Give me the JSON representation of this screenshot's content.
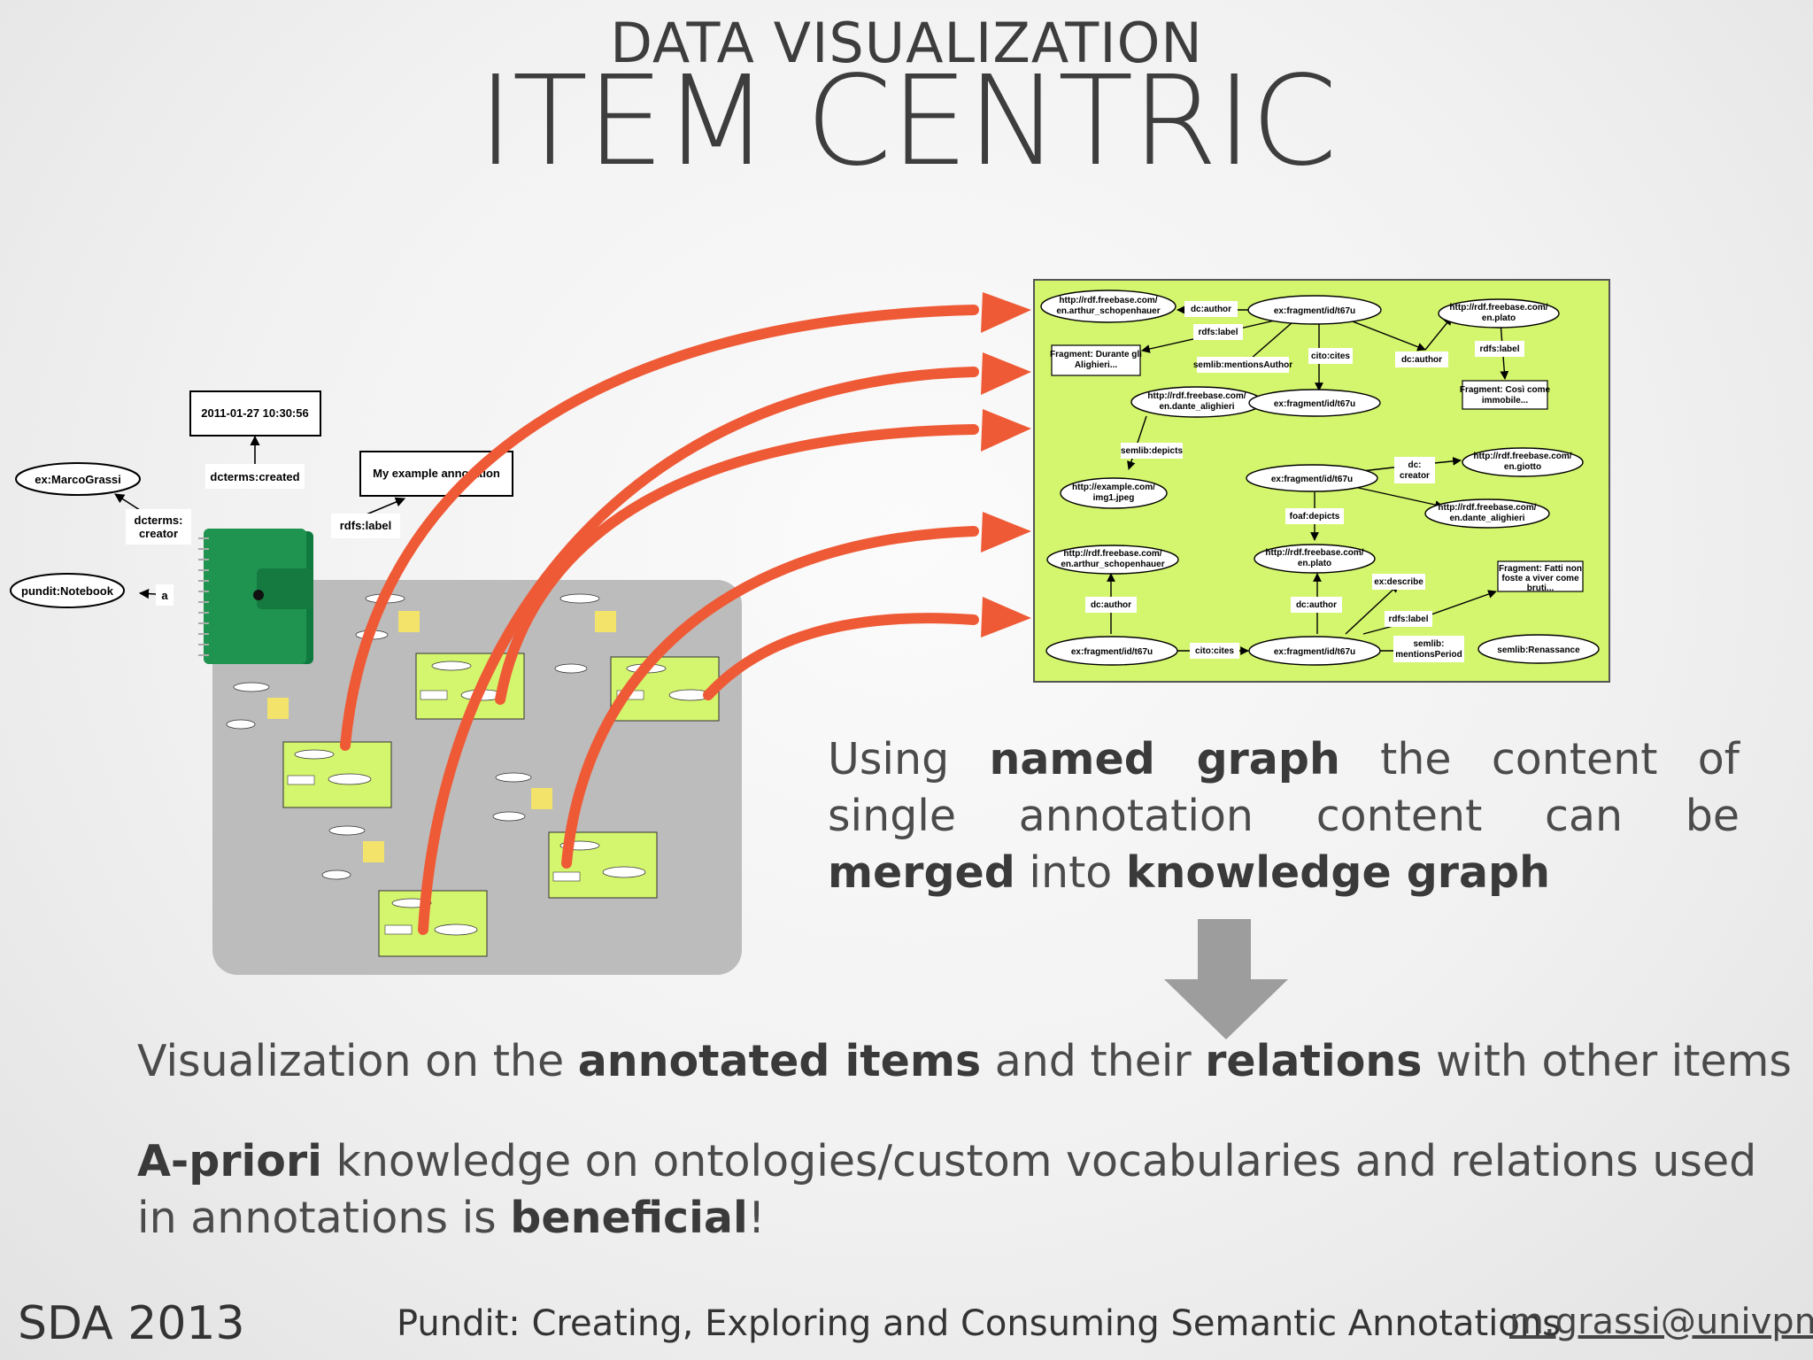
{
  "slide": {
    "sup_title": "DATA VISUALIZATION",
    "main_title": "ITEM CENTRIC"
  },
  "paragraph": {
    "p1": "Using ",
    "b1": "named graph",
    "p2": " the content of single annotation content can be ",
    "b2": "merged",
    "p3": " into ",
    "b3": "knowledge graph"
  },
  "line1": {
    "t1": "Visualization on the ",
    "b1": "annotated items",
    "t2": " and their ",
    "b2": "relations",
    "t3": " with other items"
  },
  "line2": {
    "b1": "A-priori",
    "t1": " knowledge on ontologies/custom vocabularies and relations used",
    "t2": "in annotations is ",
    "b2": "beneficial",
    "t3": "!"
  },
  "footer": {
    "left": "SDA 2013",
    "center": "Pundit: Creating, Exploring and Consuming Semantic Annotations",
    "right": "m.grassi@univpm.it"
  },
  "notebook_graph": {
    "date": "2011-01-27 10:30:56",
    "created": "dcterms:created",
    "creator_node": "ex:MarcoGrassi",
    "creator_label_1": "dcterms:",
    "creator_label_2": "creator",
    "type_node": "pundit:Notebook",
    "type_label": "a",
    "label_node": "My example annotation",
    "label_edge": "rdfs:label"
  },
  "knowledge_graph": {
    "n_schop1a": "http://rdf.freebase.com/",
    "n_schop1b": "en.arthur_schopenhauer",
    "e_dcauthor1": "dc:author",
    "n_frag1": "ex:fragment/id/t67u",
    "n_plato1a": "http://rdf.freebase.com/",
    "n_plato1b": "en.plato",
    "e_rdfslabel1": "rdfs:label",
    "n_dante_frag1": "Fragment: Durante gli",
    "n_dante_frag2": "Alighieri...",
    "e_mentions": "semlib:mentionsAuthor",
    "e_citocites1": "cito:cites",
    "e_dcauthor2": "dc:author",
    "e_rdfslabel2": "rdfs:label",
    "n_cosi1": "Fragment: Così come",
    "n_cosi2": "immobile...",
    "n_dante1a": "http://rdf.freebase.com/",
    "n_dante1b": "en.dante_alighieri",
    "n_frag2": "ex:fragment/id/t67u",
    "e_depicts": "semlib:depicts",
    "n_img1": "http://example.com/",
    "n_img2": "img1.jpeg",
    "n_frag3": "ex:fragment/id/t67u",
    "e_dccreator1": "dc:",
    "e_dccreator2": "creator",
    "n_giotto1": "http://rdf.freebase.com/",
    "n_giotto2": "en.giotto",
    "n_dante2a": "http://rdf.freebase.com/",
    "n_dante2b": "en.dante_alighieri",
    "e_foaf": "foaf:depicts",
    "n_schop2a": "http://rdf.freebase.com/",
    "n_schop2b": "en.arthur_schopenhauer",
    "n_plato2a": "http://rdf.freebase.com/",
    "n_plato2b": "en.plato",
    "e_describe": "ex:describe",
    "n_fatti1": "Fragment: Fatti non",
    "n_fatti2": "foste a viver come",
    "n_fatti3": "bruti...",
    "e_dcauthor3": "dc:author",
    "e_dcauthor4": "dc:author",
    "e_rdfslabel3": "rdfs:label",
    "n_frag4": "ex:fragment/id/t67u",
    "e_citocites2": "cito:cites",
    "n_frag5": "ex:fragment/id/t67u",
    "e_period1": "semlib:",
    "e_period2": "mentionsPeriod",
    "n_renaiss": "semlib:Renassance"
  },
  "colors": {
    "graph_bg": "#d4f56e",
    "arrow": "#ef5a36",
    "panel": "#bcbcbc",
    "notebook": "#1f9450",
    "big_arrow": "#9d9d9d"
  }
}
